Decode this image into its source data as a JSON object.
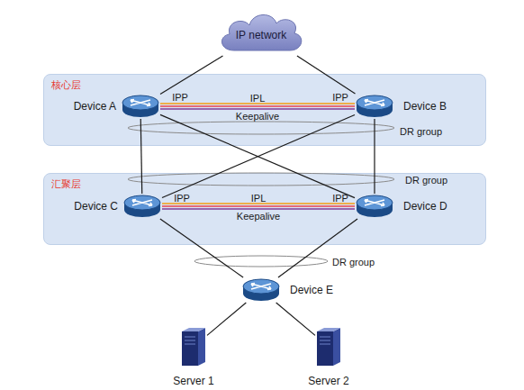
{
  "diagram": {
    "nodes": [
      {
        "text": [
          "IP network"
        ]
      },
      {
        "text": [
          "核心层"
        ]
      },
      {
        "text": [
          "Device A"
        ],
        "in": 1
      },
      {
        "text": [
          "Device B"
        ],
        "in": 1
      },
      {
        "text": [
          "汇聚层"
        ]
      },
      {
        "text": [
          "Device C"
        ],
        "in": 4
      },
      {
        "text": [
          "Device D"
        ],
        "in": 4
      },
      {
        "text": [
          "Device E"
        ]
      },
      {
        "text": [
          "Server 1"
        ]
      },
      {
        "text": [
          "Server 2"
        ]
      }
    ],
    "edges": [
      {
        "from": 0,
        "to": 2,
        "arrow": "none"
      },
      {
        "from": 0,
        "to": 3,
        "arrow": "none"
      },
      {
        "from": 2,
        "to": 3,
        "label": "IPL",
        "arrow": "none"
      },
      {
        "from": 2,
        "to": 3,
        "label": "Keepalive",
        "arrow": "none"
      },
      {
        "from": 2,
        "to": 5,
        "arrow": "none"
      },
      {
        "from": 2,
        "to": 6,
        "arrow": "none"
      },
      {
        "from": 3,
        "to": 5,
        "arrow": "none"
      },
      {
        "from": 3,
        "to": 6,
        "arrow": "none"
      },
      {
        "from": 5,
        "to": 6,
        "label": "IPL",
        "arrow": "none"
      },
      {
        "from": 5,
        "to": 6,
        "label": "Keepalive",
        "arrow": "none"
      },
      {
        "from": 5,
        "to": 7,
        "arrow": "none"
      },
      {
        "from": 6,
        "to": 7,
        "arrow": "none"
      },
      {
        "from": 7,
        "to": 8,
        "arrow": "none"
      },
      {
        "from": 7,
        "to": 9,
        "arrow": "none"
      }
    ],
    "labels": [
      "IPP",
      "IPP",
      "DR group",
      "DR group",
      "IPP",
      "IPP",
      "DR group"
    ]
  }
}
